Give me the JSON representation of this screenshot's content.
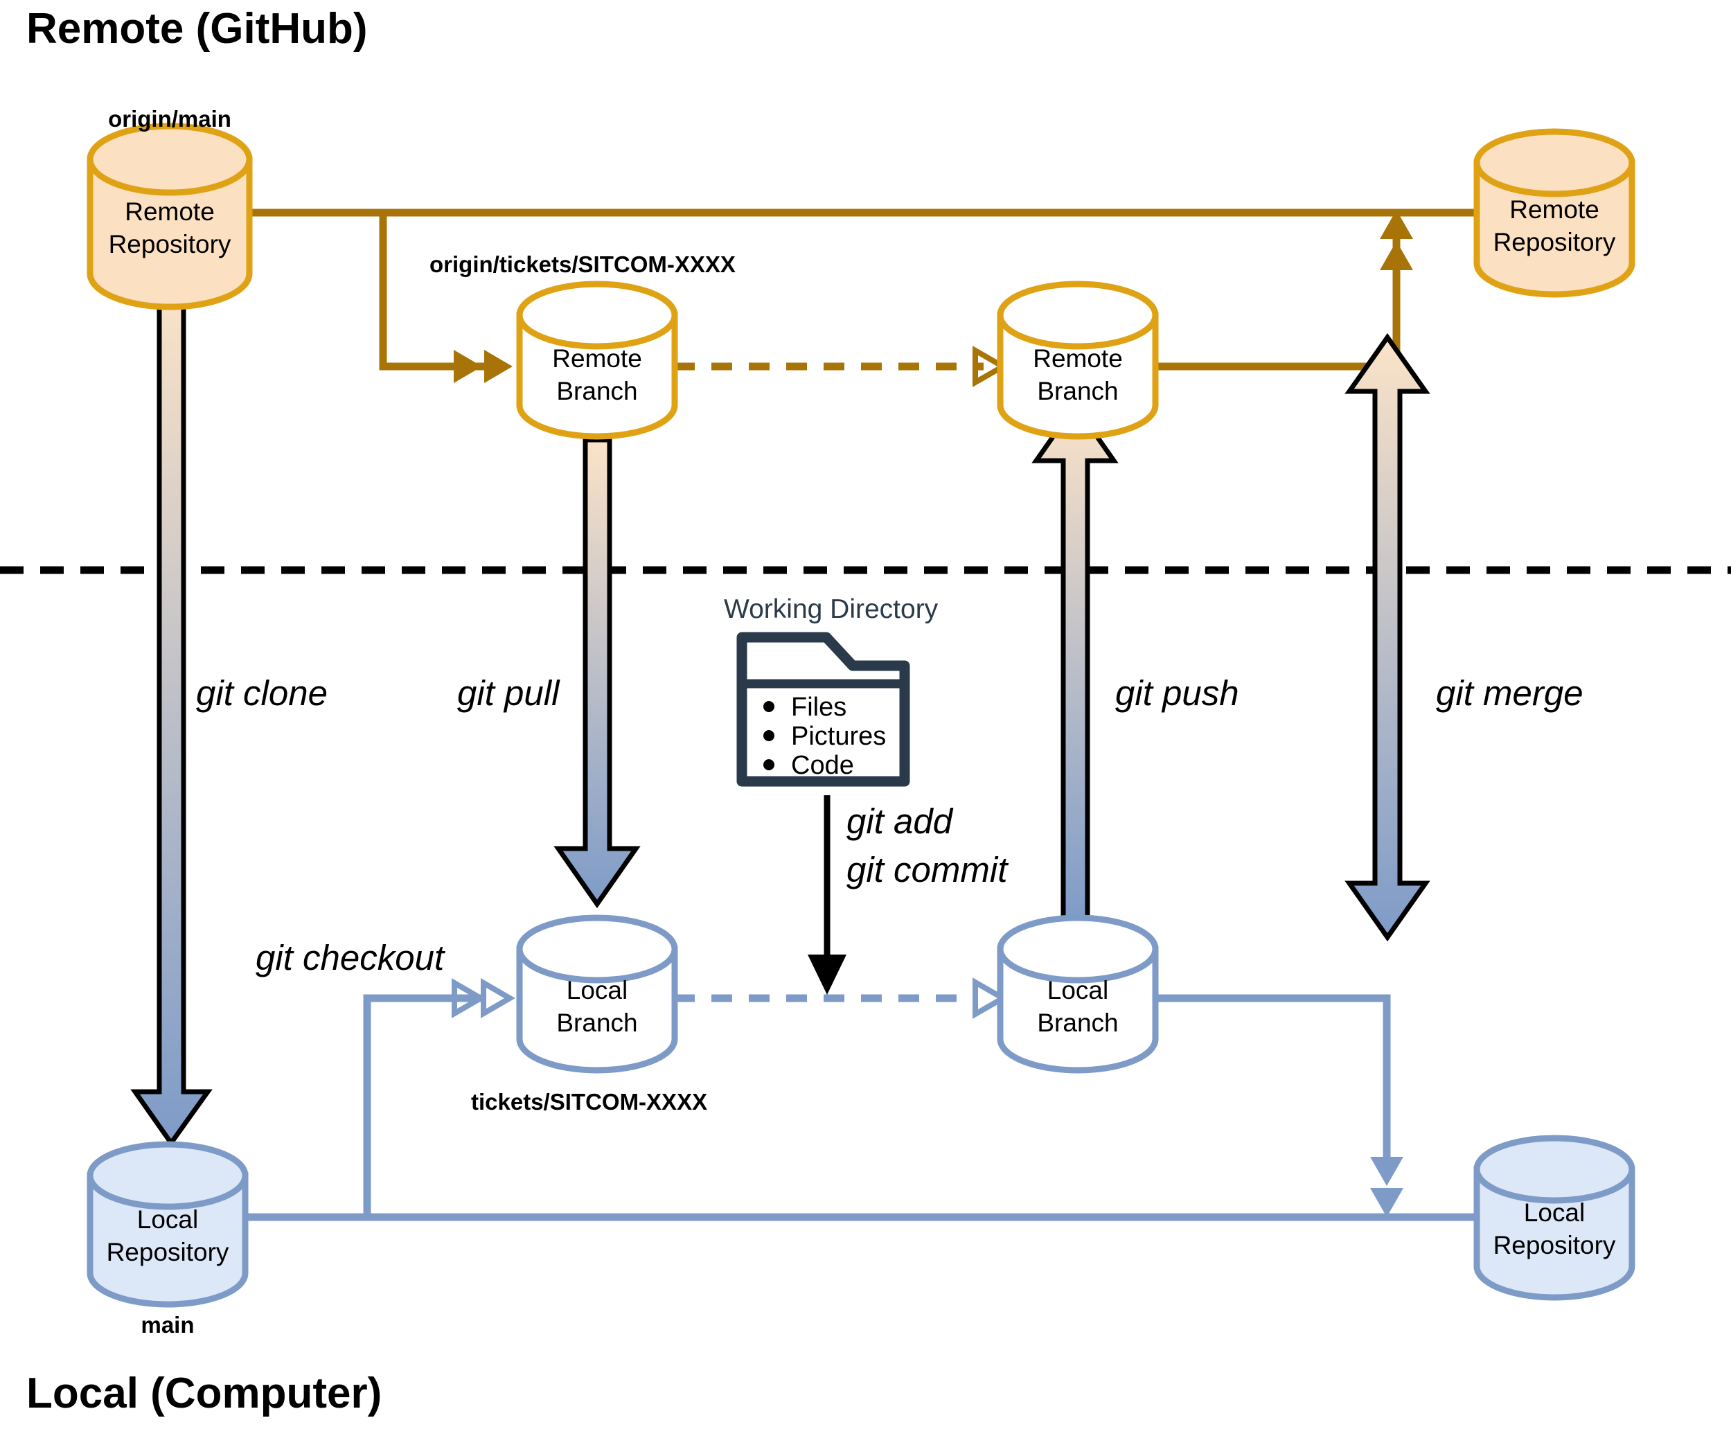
{
  "zones": {
    "remote_title": "Remote (GitHub)",
    "local_title": "Local (Computer)"
  },
  "labels": {
    "origin_main": "origin/main",
    "origin_ticket_branch": "origin/tickets/SITCOM-XXXX",
    "local_ticket_branch": "tickets/SITCOM-XXXX",
    "main": "main"
  },
  "nodes": {
    "remote_repo_main": {
      "line1": "Remote",
      "line2": "Repository"
    },
    "remote_branch_1": {
      "line1": "Remote",
      "line2": "Branch"
    },
    "remote_branch_2": {
      "line1": "Remote",
      "line2": "Branch"
    },
    "remote_repo_right": {
      "line1": "Remote",
      "line2": "Repository"
    },
    "local_repo_main": {
      "line1": "Local",
      "line2": "Repository"
    },
    "local_branch_1": {
      "line1": "Local",
      "line2": "Branch"
    },
    "local_branch_2": {
      "line1": "Local",
      "line2": "Branch"
    },
    "local_repo_right": {
      "line1": "Local",
      "line2": "Repository"
    }
  },
  "commands": {
    "clone": "git clone",
    "pull": "git pull",
    "checkout": "git checkout",
    "add": "git add",
    "commit": "git commit",
    "push": "git push",
    "merge": "git merge"
  },
  "working_directory": {
    "title": "Working Directory",
    "items": [
      "Files",
      "Pictures",
      "Code"
    ]
  },
  "colors": {
    "remote_stroke": "#e0a215",
    "remote_fill": "#fce0c2",
    "remote_link": "#a87408",
    "local_stroke": "#7e9bc8",
    "local_fill": "#dce7f7",
    "folder": "#2b3a4a",
    "divider": "#000000",
    "arrow_top": "#fbe3c8",
    "arrow_bottom": "#7e9bc8"
  }
}
